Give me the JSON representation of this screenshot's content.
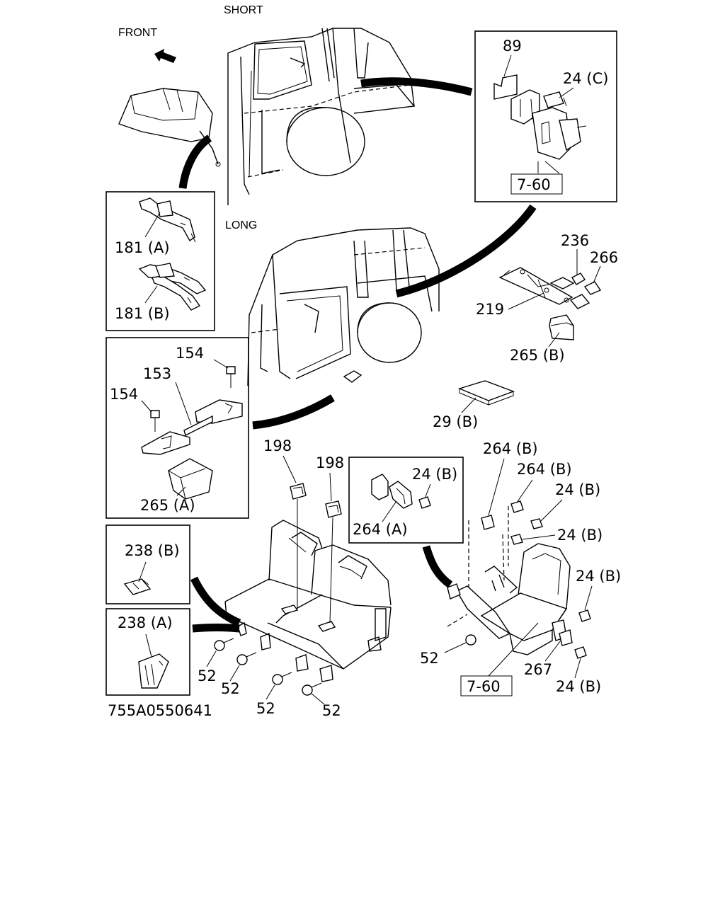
{
  "direction": {
    "front": "FRONT",
    "short": "SHORT",
    "long": "LONG"
  },
  "diagram_code": "755A0550641",
  "callouts": {
    "part_89": "89",
    "part_24c": "24 (C)",
    "part_7_60_top": "7-60",
    "part_181a": "181 (A)",
    "part_181b": "181 (B)",
    "part_236": "236",
    "part_266": "266",
    "part_219": "219",
    "part_265b": "265 (B)",
    "part_154_top": "154",
    "part_153": "153",
    "part_154_left": "154",
    "part_265a": "265 (A)",
    "part_29b": "29 (B)",
    "part_198_left": "198",
    "part_198_right": "198",
    "part_24b_bracket": "24 (B)",
    "part_264a": "264 (A)",
    "part_264b_top": "264 (B)",
    "part_264b_mid": "264 (B)",
    "part_24b_1": "24 (B)",
    "part_24b_2": "24 (B)",
    "part_24b_3": "24 (B)",
    "part_24b_4": "24 (B)",
    "part_238b": "238 (B)",
    "part_238a": "238 (A)",
    "part_52_1": "52",
    "part_52_2": "52",
    "part_52_3": "52",
    "part_52_4": "52",
    "part_52_right": "52",
    "part_267": "267",
    "part_7_60_bottom": "7-60"
  }
}
